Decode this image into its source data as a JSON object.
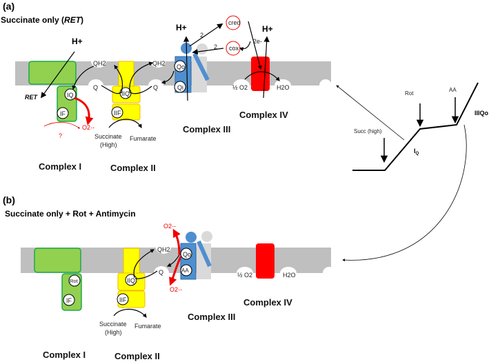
{
  "colors": {
    "membrane": "#bfbfbf",
    "complex1": "#92d050",
    "complex1_border": "#1fa84a",
    "complex2": "#ffff00",
    "complex2_border": "#f2b800",
    "complex3": "#4f8fd0",
    "complex3_gray": "#d9d9d9",
    "complex4": "#ff0000",
    "ros": "#e00000"
  },
  "panel_a": {
    "tag": "(a)",
    "title_prefix": "Succinate only (",
    "title_italic": "RET",
    "title_suffix": ")",
    "h_plus": "H+",
    "ret": "RET",
    "qh2": "QH2",
    "q": "Q",
    "iq": "IQ",
    "if": "IF",
    "iiq": "IIQ",
    "iif": "IIF",
    "qo": "Qo",
    "qi": "Qi",
    "c_red": "cred",
    "c_ox": "cox",
    "two": "2",
    "two_e": "2e-",
    "o2_half": "½ O2",
    "h2o": "H2O",
    "superoxide": "O2·-",
    "question": "?",
    "succinate": "Succinate",
    "high": "(High)",
    "fumarate": "Fumarate",
    "complexes": [
      "Complex I",
      "Complex II",
      "Complex III",
      "Complex IV"
    ]
  },
  "panel_b": {
    "tag": "(b)",
    "title": "Succinate only + Rot + Antimycin",
    "rot": "Rot",
    "aa": "AA",
    "complexes": [
      "Complex I",
      "Complex II",
      "Complex III",
      "Complex IV"
    ]
  },
  "trace": {
    "labels": {
      "succ": "Succ (high)",
      "rot": "Rot",
      "aa": "AA",
      "iq": "IQ",
      "iiiqo": "IIIQo"
    }
  }
}
